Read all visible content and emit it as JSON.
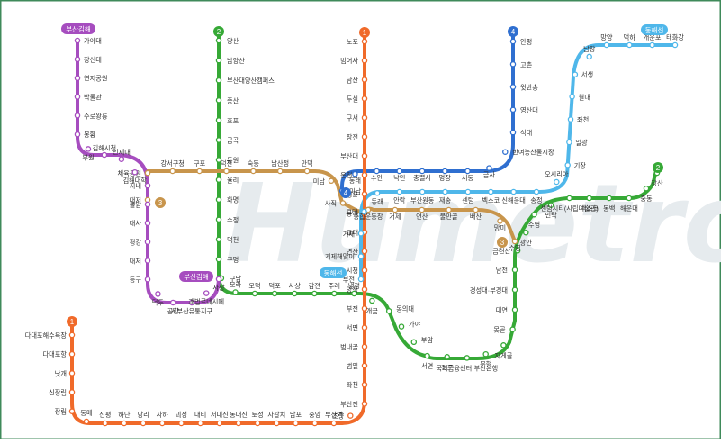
{
  "watermark": "Humetro",
  "lines": {
    "line1": {
      "badge": "1",
      "color": "#f06a2a",
      "stations": [
        "다대포해수욕장",
        "다대포항",
        "낫개",
        "신장림",
        "장림",
        "동매",
        "신평",
        "하단",
        "당리",
        "사하",
        "괴정",
        "대티",
        "서대신",
        "동대신",
        "토성",
        "자갈치",
        "남포",
        "중앙",
        "부산역",
        "초량",
        "부산진",
        "좌천",
        "범일",
        "범내골",
        "서면",
        "부전",
        "양정",
        "시청",
        "연산",
        "교대",
        "동래",
        "명륜",
        "온천장",
        "부산대",
        "장전",
        "구서",
        "두실",
        "남산",
        "범어사",
        "노포"
      ]
    },
    "line2": {
      "badge": "2",
      "color": "#36a936",
      "stations": [
        "양산",
        "남양산",
        "부산대양산캠퍼스",
        "증산",
        "호포",
        "금곡",
        "동원",
        "율리",
        "화명",
        "수정",
        "덕천",
        "구명",
        "구남",
        "모라",
        "모덕",
        "덕포",
        "사상",
        "감전",
        "주례",
        "냉정",
        "개금",
        "동의대",
        "가야",
        "부암",
        "서면",
        "전포",
        "국제금융센터·부산은행",
        "문현",
        "지게골",
        "못골",
        "대연",
        "경성대·부경대",
        "남천",
        "금련산",
        "광안",
        "수영",
        "민락",
        "센텀시티(시립미술관)",
        "벡스코",
        "동백",
        "해운대",
        "중동",
        "장산"
      ]
    },
    "line3": {
      "badge": "3",
      "color": "#c8954c",
      "stations": [
        "대저",
        "체육공원",
        "강서구청",
        "구포",
        "덕천",
        "숙등",
        "남산정",
        "만덕",
        "미남",
        "사직",
        "종합운동장",
        "거제",
        "연산",
        "물만골",
        "배산",
        "망미",
        "수영"
      ]
    },
    "line4": {
      "badge": "4",
      "color": "#2f6fd0",
      "stations": [
        "미남",
        "동래",
        "수안",
        "낙민",
        "충렬사",
        "명장",
        "서동",
        "금사",
        "반여농산물시장",
        "석대",
        "영산대",
        "윗반송",
        "고촌",
        "안평"
      ]
    },
    "gimhae": {
      "badge": "부산김해",
      "color": "#a64dbf",
      "stations": [
        "가야대",
        "장신대",
        "연지공원",
        "박물관",
        "수로왕릉",
        "봉황",
        "부원",
        "김해시청",
        "인제대",
        "김해대학",
        "지내",
        "불암",
        "대사",
        "평강",
        "대저",
        "등구",
        "덕두",
        "공항",
        "서부산유통지구",
        "괘법르네시떼",
        "사상"
      ]
    },
    "donghae": {
      "badge": "동해선",
      "color": "#4fb7ea",
      "stations": [
        "부전",
        "거제해맞이",
        "거제",
        "교대",
        "동래",
        "안락",
        "부산원동",
        "재송",
        "센텀",
        "벡스코",
        "신해운대",
        "송정",
        "오시리아",
        "기장",
        "일광",
        "좌천",
        "월내",
        "서생",
        "남창",
        "망양",
        "덕하",
        "개운포",
        "태화강"
      ]
    }
  }
}
